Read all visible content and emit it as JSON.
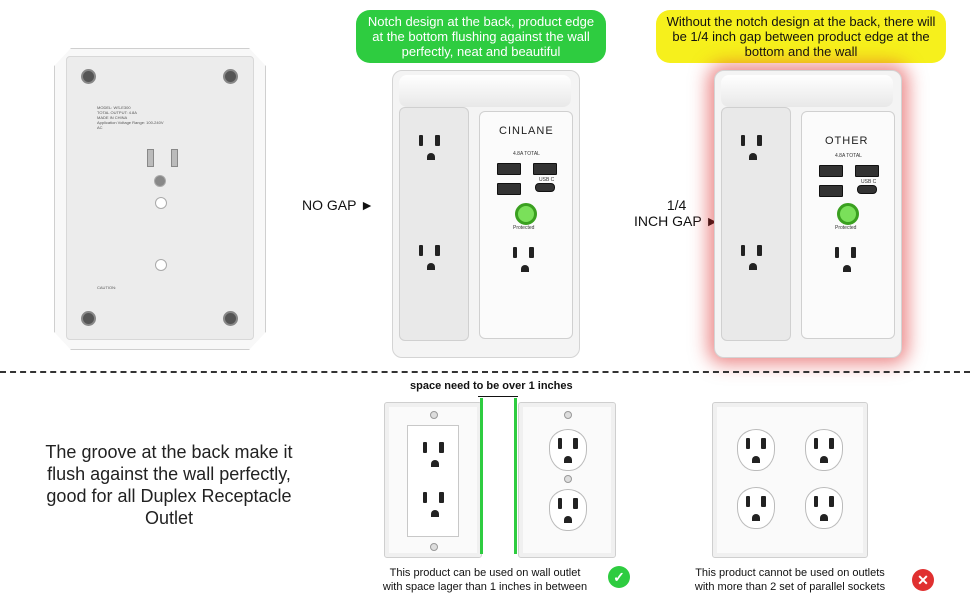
{
  "callouts": {
    "notch": "Notch design at the back, product edge at the bottom flushing against the wall perfectly, neat and beautiful",
    "no_notch": "Without the notch design at the back, there will be 1/4 inch gap between product edge at the bottom and the wall"
  },
  "gap_labels": {
    "no_gap": "NO GAP ►",
    "quarter_line1": "1/4",
    "quarter_line2": "INCH GAP ►"
  },
  "products": {
    "left_brand": "CINLANE",
    "right_brand": "OTHER",
    "usb_total": "4.8A TOTAL",
    "usbc_label": "USB C",
    "protected": "Protected"
  },
  "back_plate": {
    "caution_title": "CAUTION:",
    "model_text": "MODEL: WS-E300",
    "rating_text": "TOTAL OUTPUT: 4.8A",
    "made_in": "MADE IN CHINA",
    "voltage_range": "Application Voltage Range: 100-240V AC"
  },
  "bottom": {
    "space_note": "space need to be over 1 inches",
    "left_text": "The groove at the back make it flush against the wall perfectly, good for all Duplex Receptacle Outlet",
    "caption_ok_line1": "This product can be used on wall outlet",
    "caption_ok_line2": "with space lager than 1 inches in between",
    "caption_bad_line1": "This product cannot be used on outlets",
    "caption_bad_line2": "with more than 2 set of parallel sockets"
  },
  "icons": {
    "ok": "check-circle-icon",
    "bad": "x-circle-icon"
  },
  "colors": {
    "green": "#2ecc40",
    "yellow": "#f6f01c",
    "red": "#e03030"
  }
}
